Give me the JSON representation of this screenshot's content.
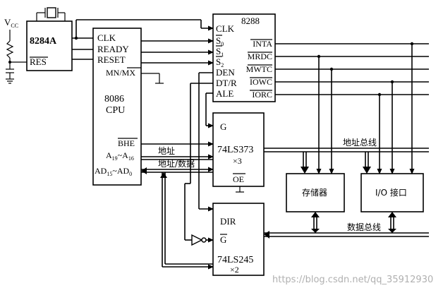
{
  "vcc": {
    "label": "V",
    "sub": "CC"
  },
  "clock_gen": {
    "name": "8284A",
    "pin": "RES"
  },
  "cpu": {
    "pins_left": [
      "CLK",
      "READY",
      "RESET"
    ],
    "mode_pin": "MN/MX",
    "name": "8086",
    "name2": "CPU",
    "bhe": "BHE",
    "addr_pin": "A",
    "addr_sub1": "19",
    "addr_tilde": "~A",
    "addr_sub2": "16",
    "ad_pin": "AD",
    "ad_sub1": "15",
    "ad_tilde": "~AD",
    "ad_sub2": "0"
  },
  "bus_ctrl": {
    "name": "8288",
    "inputs": [
      "CLK",
      "S",
      "S",
      "S"
    ],
    "s_subs": [
      "0",
      "1",
      "2"
    ],
    "outputs_left": [
      "DEN",
      "DT/R",
      "ALE"
    ],
    "outputs_right": [
      "INTA",
      "MRDC",
      "MWTC",
      "IOWC",
      "IORC"
    ]
  },
  "latch": {
    "g": "G",
    "name": "74LS373",
    "count": "×3",
    "oe": "OE"
  },
  "transceiver": {
    "dir": "DIR",
    "g": "G",
    "name": "74LS245",
    "count": "×2"
  },
  "labels": {
    "address": "地址",
    "addr_data": "地址/数据",
    "address_bus": "地址总线",
    "data_bus": "数据总线"
  },
  "memory": {
    "label": "存储器"
  },
  "io": {
    "label": "I/O 接口"
  },
  "watermark": "https://blog.csdn.net/qq_35912930"
}
